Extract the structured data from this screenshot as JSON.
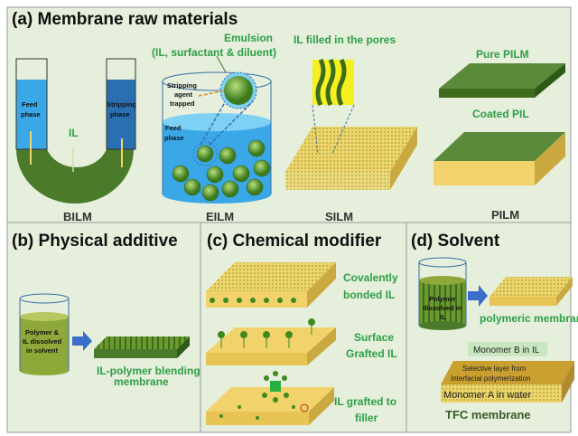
{
  "panel_a": {
    "title": "(a) Membrane raw materials",
    "bilm": {
      "feed": [
        "Feed",
        "phase"
      ],
      "strip": [
        "Stripping",
        "phase"
      ],
      "il": "IL",
      "label": "BILM"
    },
    "eilm": {
      "emulsion": "Emulsion",
      "emulsion_sub": "(IL, surfactant & diluent)",
      "stripping": [
        "Stripping",
        "agent",
        "trapped"
      ],
      "feed": [
        "Feed",
        "phase"
      ],
      "label": "EILM"
    },
    "silm": {
      "caption": "IL filled in the pores",
      "label": "SILM"
    },
    "pilm": {
      "pure": "Pure PILM",
      "coated": "Coated PIL",
      "label": "PILM"
    }
  },
  "panel_b": {
    "title": "(b) Physical additive",
    "beaker": [
      "Polymer &",
      "IL dissolved",
      "in solvent"
    ],
    "result": [
      "IL-polymer blending",
      "membrane"
    ]
  },
  "panel_c": {
    "title": "(c) Chemical modifier",
    "items": [
      [
        "Covalently",
        "bonded IL"
      ],
      [
        "Surface",
        "Grafted IL"
      ],
      [
        "IL grafted to",
        "filler"
      ]
    ]
  },
  "panel_d": {
    "title": "(d) Solvent",
    "beaker": [
      "Polymer",
      "dissolved in",
      "IL"
    ],
    "result": "polymeric membrane",
    "monomer_b": "Monomer B in IL",
    "selective": [
      "Selective layer from",
      "Interfacial polymerization"
    ],
    "monomer_a": "Monomer A in water",
    "tfc": "TFC membrane"
  },
  "colors": {
    "bg": "#e5efdb",
    "green_text": "#2e9e47",
    "il_green": "#4a7a2a",
    "water": "#3aa8e6",
    "yellow": "#f2d36b"
  }
}
